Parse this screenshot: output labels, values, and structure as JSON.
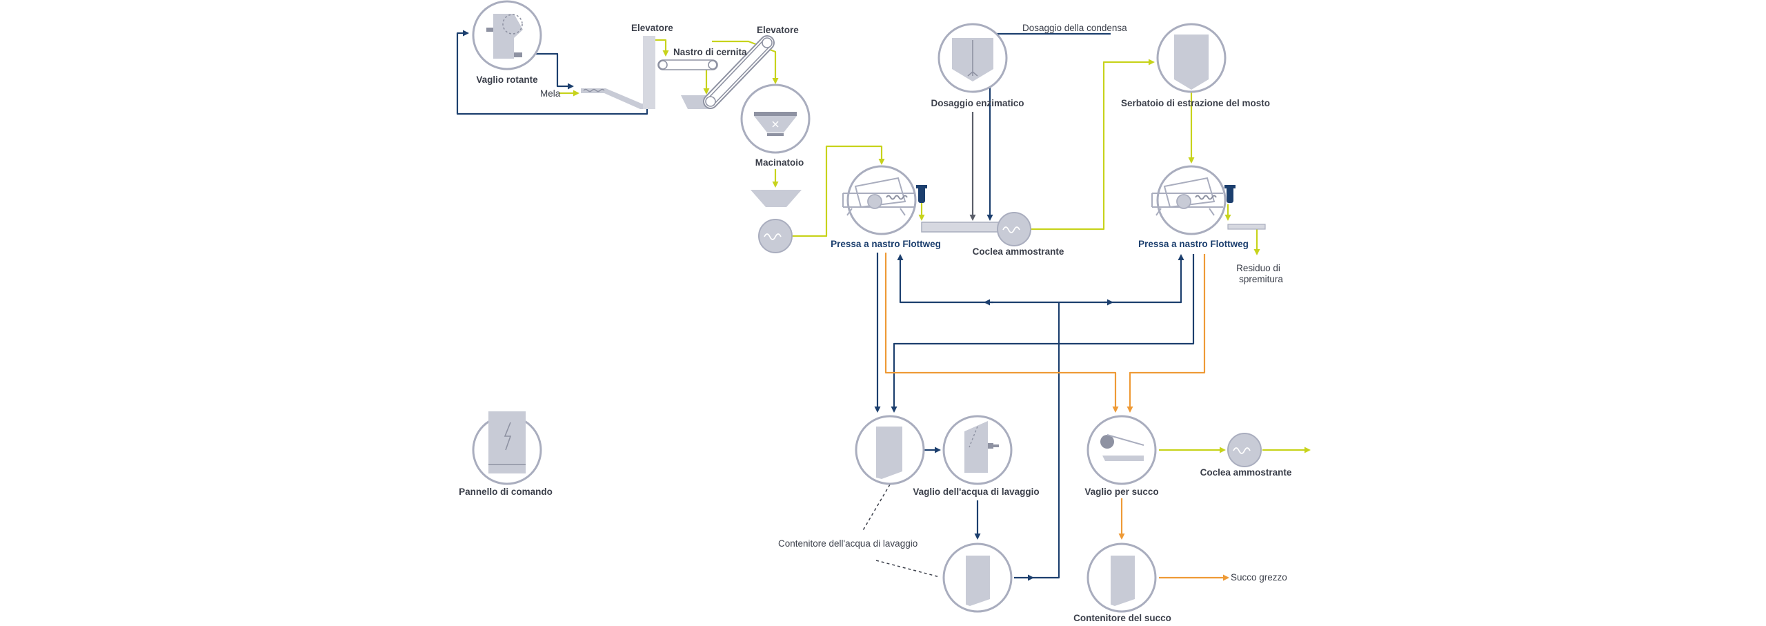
{
  "labels": {
    "vaglio_rotante": "Vaglio rotante",
    "mela": "Mela",
    "elevatore_1": "Elevatore",
    "nastro_cernita": "Nastro di cernita",
    "elevatore_2": "Elevatore",
    "macinatoio": "Macinatoio",
    "dosaggio_enzimatico": "Dosaggio enzimatico",
    "dosaggio_condensa": "Dosaggio della condensa",
    "serbatoio_estrazione": "Serbatoio di estrazione del mosto",
    "pressa_1": "Pressa a nastro Flottweg",
    "coclea_ammostrante_1": "Coclea ammostrante",
    "pressa_2": "Pressa a nastro Flottweg",
    "residuo_line1": "Residuo di",
    "residuo_line2": "spremitura",
    "pannello_comando": "Pannello di comando",
    "vaglio_acqua": "Vaglio dell'acqua di lavaggio",
    "contenitore_acqua": "Contenitore dell'acqua di lavaggio",
    "vaglio_succo": "Vaglio per succo",
    "coclea_ammostrante_2": "Coclea ammostrante",
    "succo_grezzo": "Succo grezzo",
    "contenitore_succo": "Contenitore del succo"
  },
  "colors": {
    "navy": "#1c3f6e",
    "yellow_green": "#c7d31b",
    "orange": "#ee9a36",
    "ring_gray": "#a9adbe",
    "shape_gray": "#c8cbd6",
    "text": "#3b3f4a"
  }
}
